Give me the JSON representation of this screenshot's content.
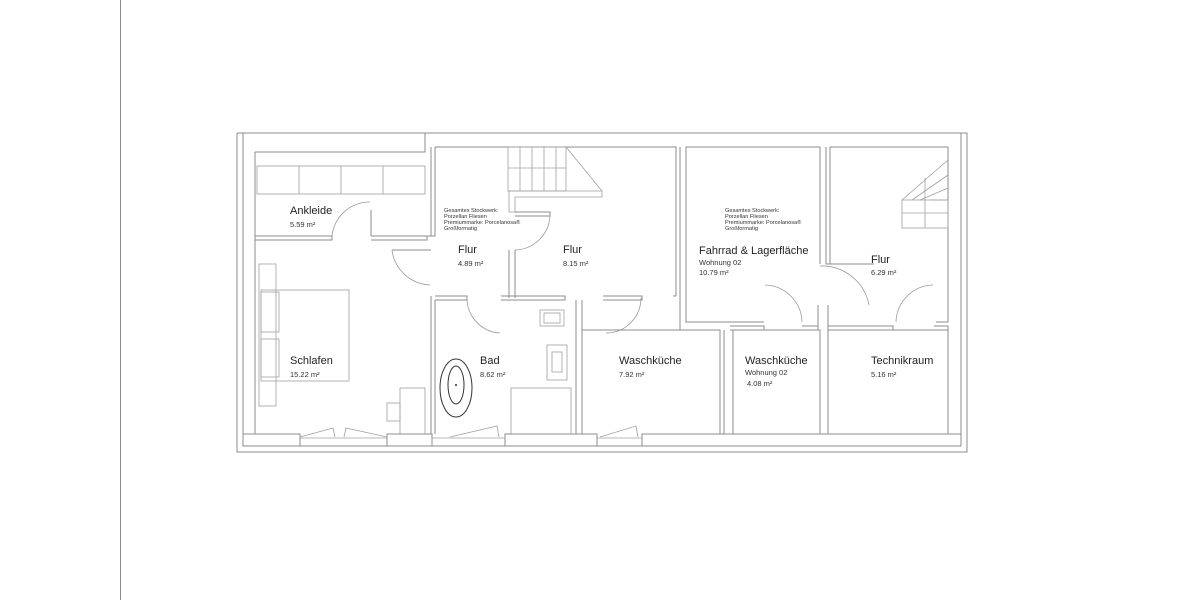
{
  "floor_plan": {
    "rooms": [
      {
        "id": "ankleide",
        "name": "Ankleide",
        "sub": "",
        "area": "5.59 m²"
      },
      {
        "id": "schlafen",
        "name": "Schlafen",
        "sub": "",
        "area": "15.22 m²"
      },
      {
        "id": "flur1",
        "name": "Flur",
        "sub": "",
        "area": "4.89 m²"
      },
      {
        "id": "flur2",
        "name": "Flur",
        "sub": "",
        "area": "8.15 m²"
      },
      {
        "id": "bad",
        "name": "Bad",
        "sub": "",
        "area": "8.62 m²"
      },
      {
        "id": "waschkueche1",
        "name": "Waschküche",
        "sub": "",
        "area": "7.92 m²"
      },
      {
        "id": "fahrrad",
        "name": "Fahrrad & Lagerfläche",
        "sub": "Wohnung 02",
        "area": "10.79 m²"
      },
      {
        "id": "flur3",
        "name": "Flur",
        "sub": "",
        "area": "6.29 m²"
      },
      {
        "id": "waschkueche2",
        "name": "Waschküche",
        "sub": "Wohnung 02",
        "area": "4.08 m²"
      },
      {
        "id": "technikraum",
        "name": "Technikraum",
        "sub": "",
        "area": "5.16 m²"
      }
    ],
    "notes": [
      {
        "lines": [
          "Gesamtes Stockwerk:",
          "Porzellan Fliesen",
          "Premiummarke: Porcelanosa®",
          "Großformatig"
        ]
      },
      {
        "lines": [
          "Gesamtes Stockwerk:",
          "Porzellan Fliesen",
          "Premiummarke: Porcelanosa®",
          "Großformatig"
        ]
      }
    ]
  }
}
